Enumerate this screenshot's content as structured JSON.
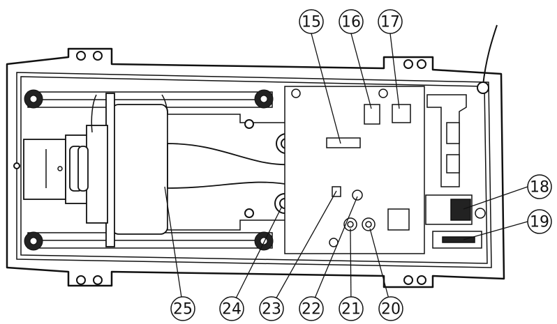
{
  "callouts": {
    "c15": "15",
    "c16": "16",
    "c17": "17",
    "c18": "18",
    "c19": "19",
    "c20": "20",
    "c21": "21",
    "c22": "22",
    "c23": "23",
    "c24": "24",
    "c25": "25"
  },
  "colors": {
    "line": "#111111",
    "fill_light": "#ffffff",
    "fill_gray": "#e6e6e6",
    "fill_dark": "#222222"
  }
}
